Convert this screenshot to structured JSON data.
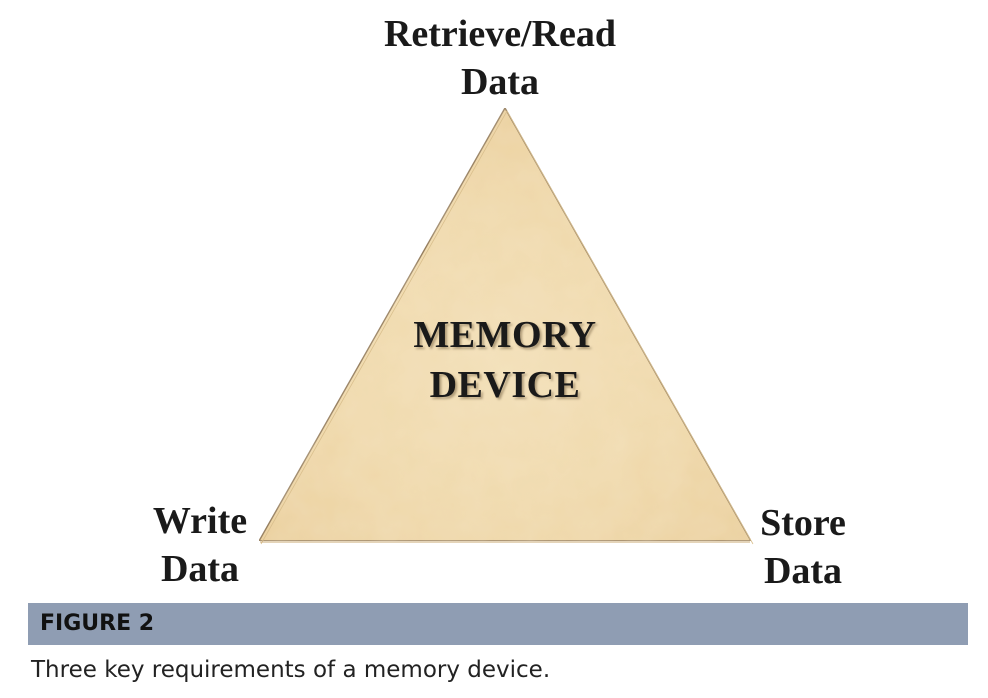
{
  "diagram": {
    "top_vertex": {
      "line1": "Retrieve/Read",
      "line2": "Data"
    },
    "left_vertex": {
      "line1": "Write",
      "line2": "Data"
    },
    "right_vertex": {
      "line1": "Store",
      "line2": "Data"
    },
    "center": {
      "line1": "MEMORY",
      "line2": "DEVICE"
    },
    "colors": {
      "triangle_fill": "#f0d9ab",
      "triangle_stroke": "#8a7150",
      "label_text": "#1a1a1a"
    }
  },
  "figure": {
    "label": "FIGURE 2",
    "caption": "Three key requirements of a memory device.",
    "bar_color": "#8f9db3"
  }
}
